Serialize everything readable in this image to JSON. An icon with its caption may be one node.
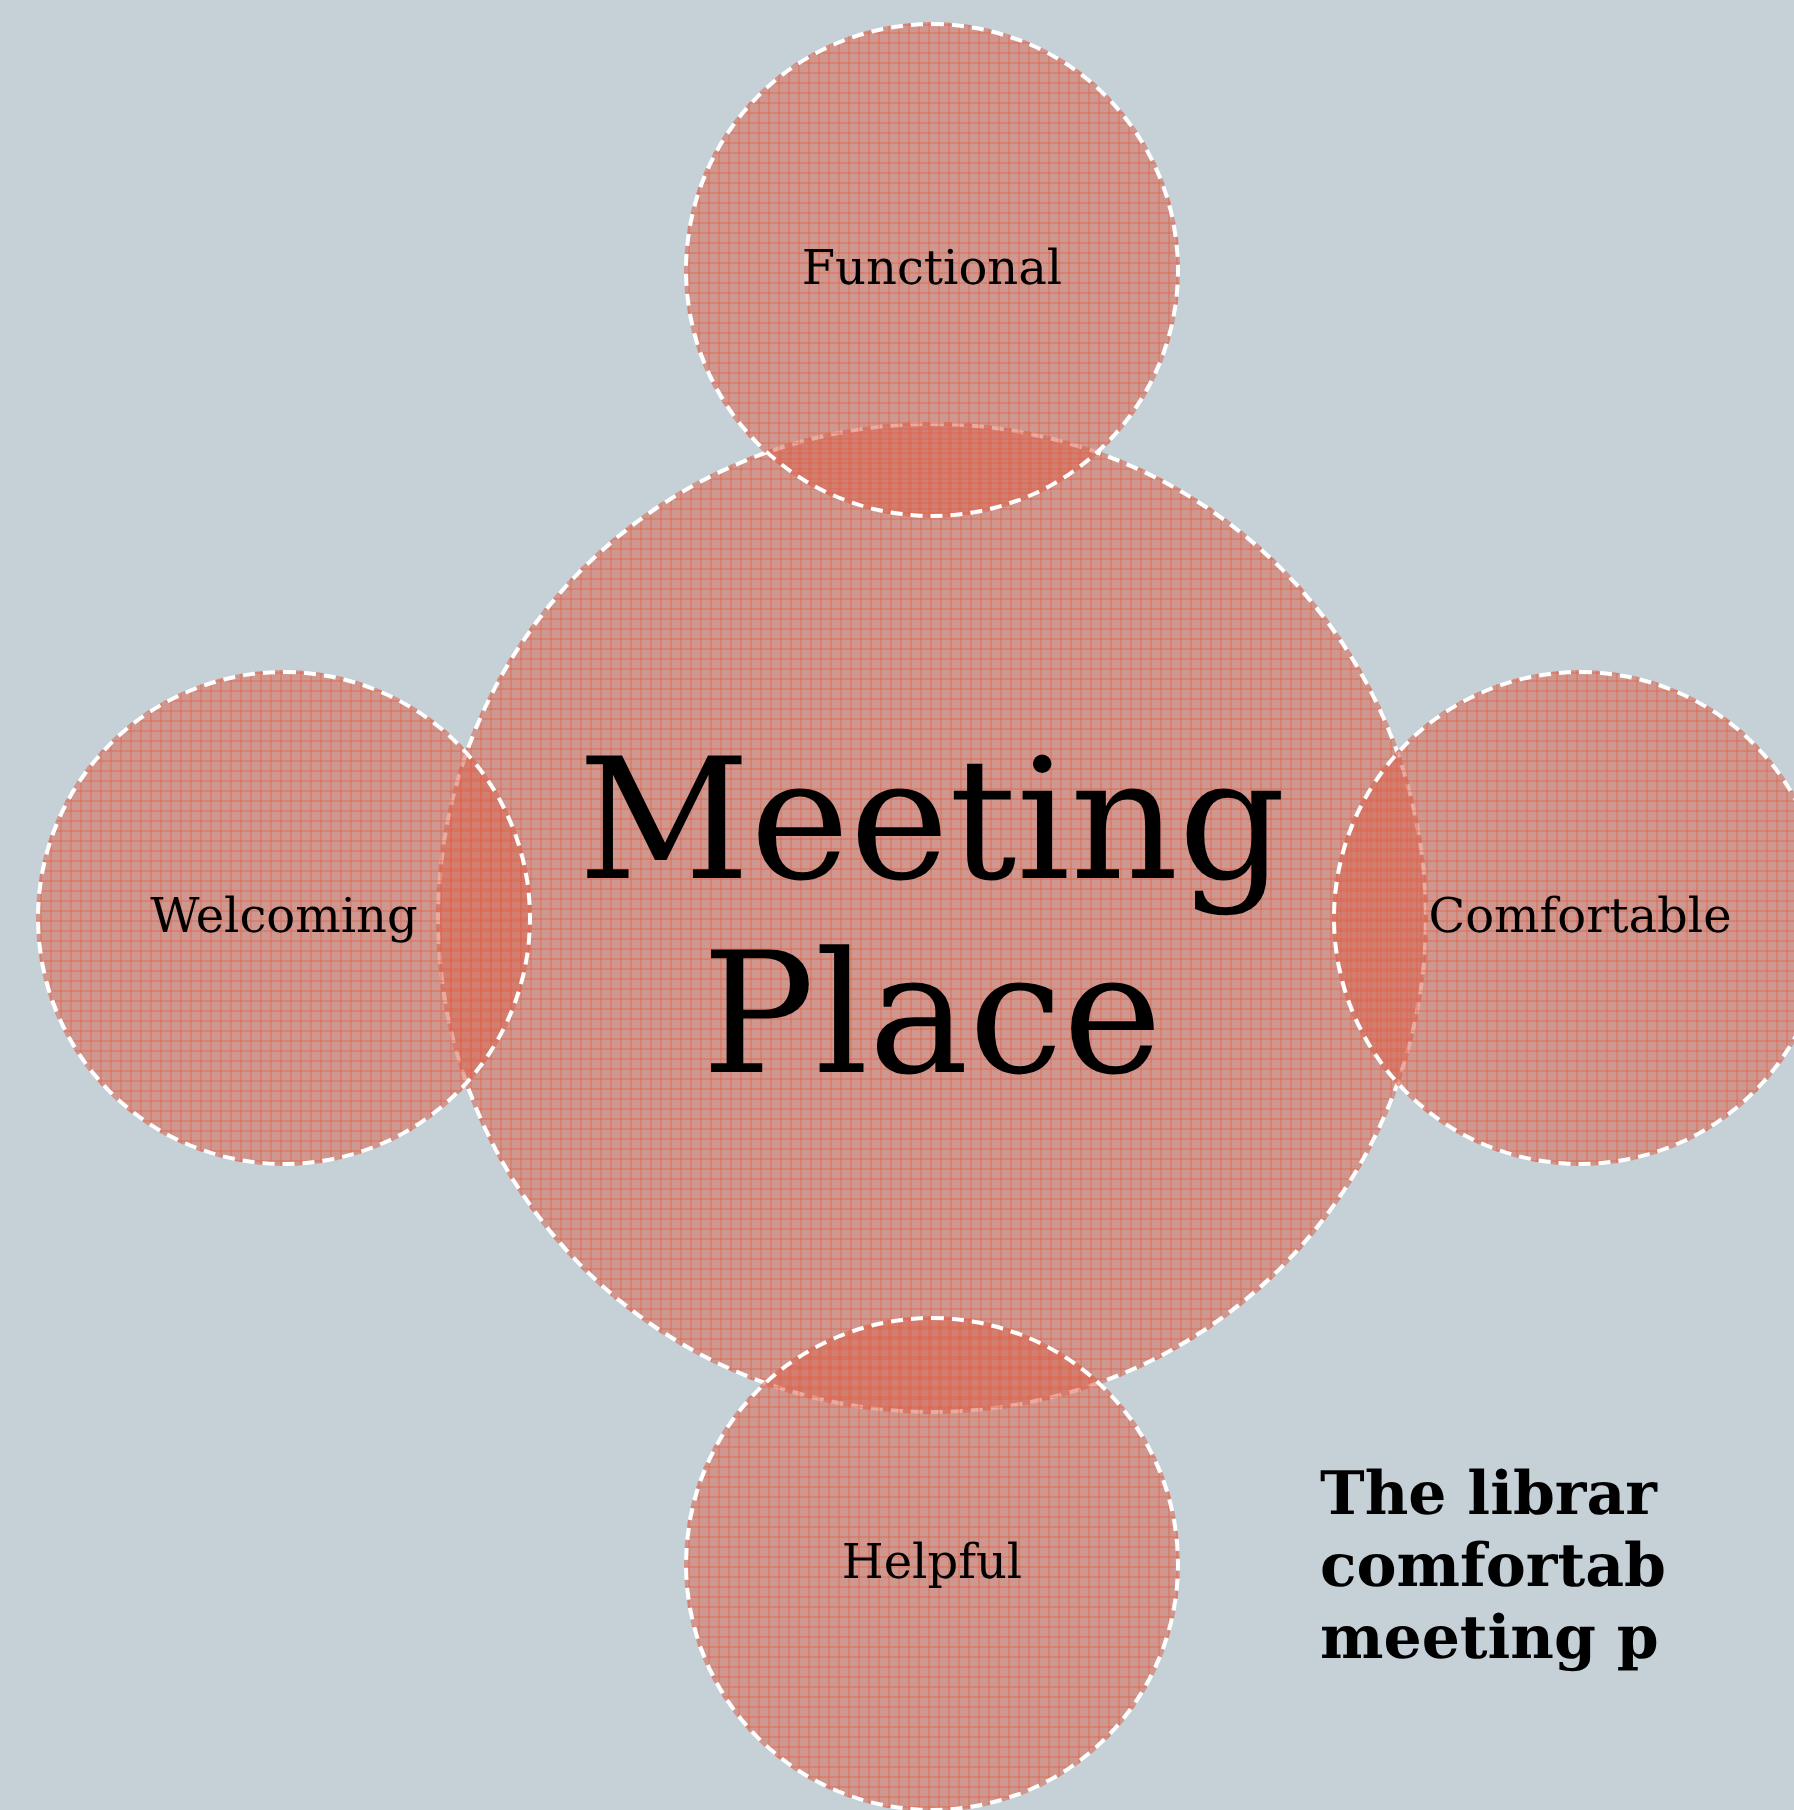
{
  "diagram": {
    "nodes": [
      {
        "text": [
          "Functional"
        ]
      },
      {
        "text": [
          "Meeting Place"
        ]
      },
      {
        "text": [
          "Welcoming"
        ]
      },
      {
        "text": [
          "Comfortable"
        ]
      },
      {
        "text": [
          "Helpful"
        ]
      }
    ],
    "labels": [
      "The librar comfortab meeting p"
    ]
  }
}
